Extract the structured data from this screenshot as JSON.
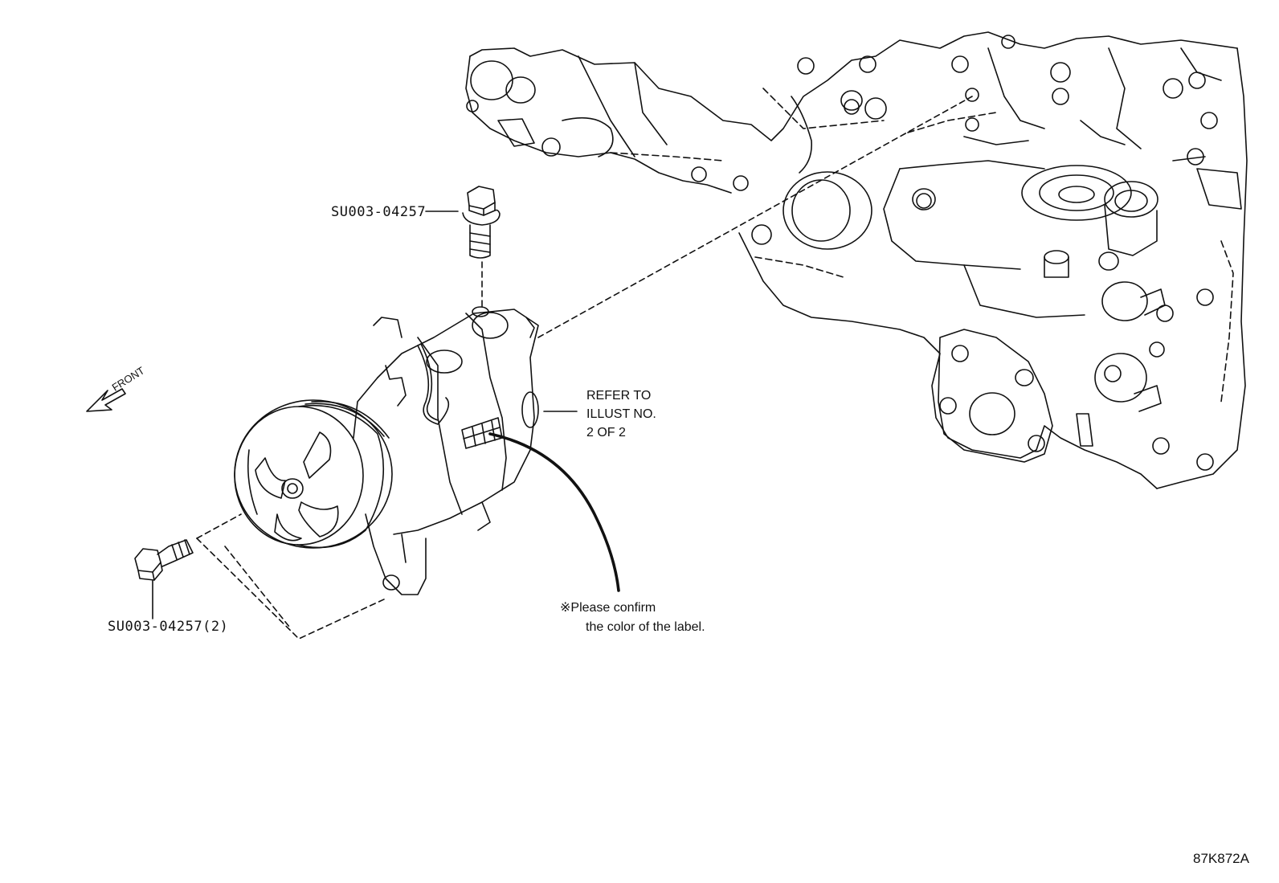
{
  "callouts": {
    "top_bolt": "SU003-04257",
    "bottom_bolt": "SU003-04257(2)",
    "refer_line1": "REFER TO",
    "refer_line2": "ILLUST NO.",
    "refer_line3": "2 OF 2",
    "note_line1": "※Please confirm",
    "note_line2": "the color of the label."
  },
  "direction": {
    "label": "FRONT"
  },
  "diagram_code": "87K872A",
  "colors": {
    "ink": "#111111",
    "background": "#ffffff"
  }
}
